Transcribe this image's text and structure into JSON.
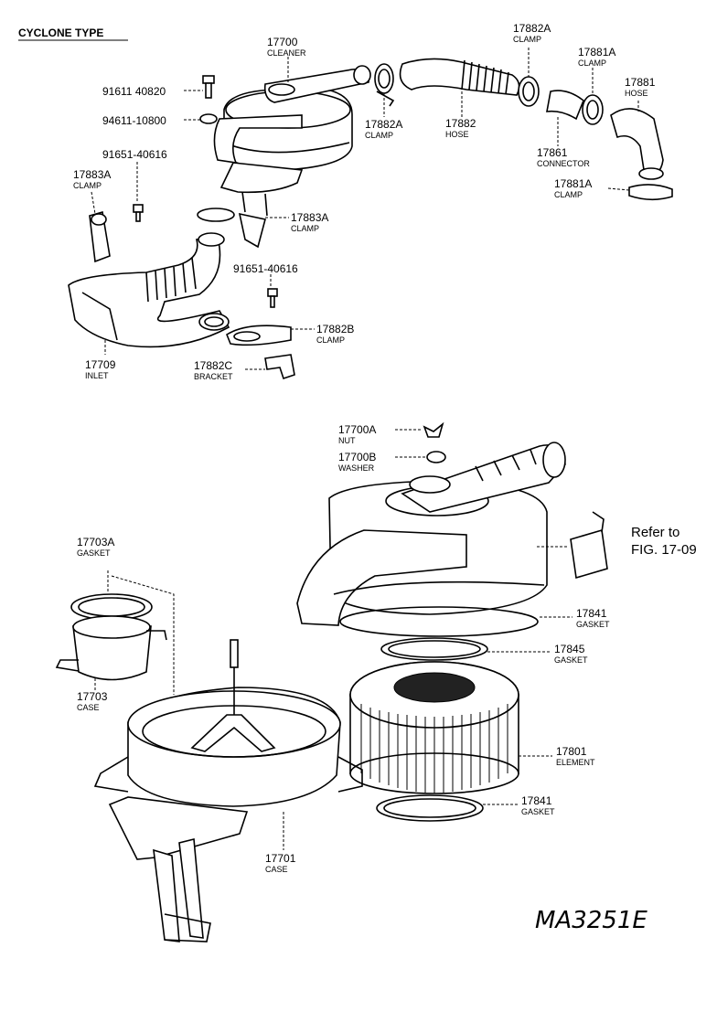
{
  "header": "CYCLONE TYPE",
  "diagram_code": "MA3251E",
  "refer": {
    "line1": "Refer to",
    "line2": "FIG. 17-09"
  },
  "callouts": {
    "c17700": {
      "number": "17700",
      "name": "CLEANER"
    },
    "c91611": {
      "number": "91611 40820",
      "name": ""
    },
    "c94611": {
      "number": "94611-10800",
      "name": ""
    },
    "c91651a": {
      "number": "91651-40616",
      "name": ""
    },
    "c17883a1": {
      "number": "17883A",
      "name": "CLAMP"
    },
    "c17883a2": {
      "number": "17883A",
      "name": "CLAMP"
    },
    "c91651b": {
      "number": "91651-40616",
      "name": ""
    },
    "c17882b": {
      "number": "17882B",
      "name": "CLAMP"
    },
    "c17882c": {
      "number": "17882C",
      "name": "BRACKET"
    },
    "c17709": {
      "number": "17709",
      "name": "INLET"
    },
    "c17882a1": {
      "number": "17882A",
      "name": "CLAMP"
    },
    "c17882": {
      "number": "17882",
      "name": "HOSE"
    },
    "c17882a2": {
      "number": "17882A",
      "name": "CLAMP"
    },
    "c17861": {
      "number": "17861",
      "name": "CONNECTOR"
    },
    "c17881a1": {
      "number": "17881A",
      "name": "CLAMP"
    },
    "c17881": {
      "number": "17881",
      "name": "HOSE"
    },
    "c17881a2": {
      "number": "17881A",
      "name": "CLAMP"
    },
    "c17700a": {
      "number": "17700A",
      "name": "NUT"
    },
    "c17700b": {
      "number": "17700B",
      "name": "WASHER"
    },
    "c17703a": {
      "number": "17703A",
      "name": "GASKET"
    },
    "c17703": {
      "number": "17703",
      "name": "CASE"
    },
    "c17841a": {
      "number": "17841",
      "name": "GASKET"
    },
    "c17845": {
      "number": "17845",
      "name": "GASKET"
    },
    "c17801": {
      "number": "17801",
      "name": "ELEMENT"
    },
    "c17841b": {
      "number": "17841",
      "name": "GASKET"
    },
    "c17701": {
      "number": "17701",
      "name": "CASE"
    }
  }
}
